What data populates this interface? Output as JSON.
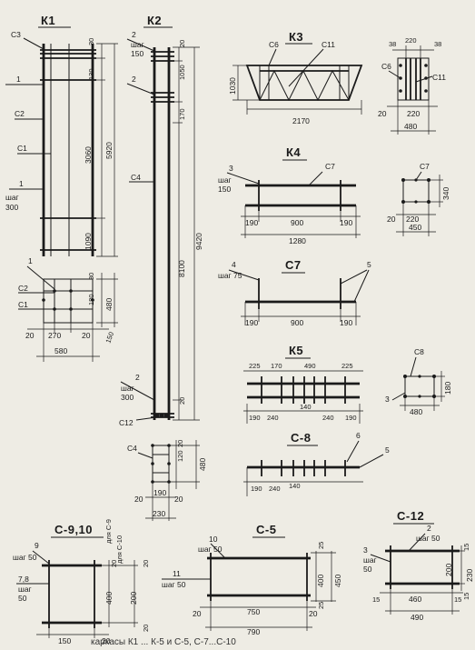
{
  "frames": {
    "k1": {
      "title": "К1",
      "bar_c3": "С3",
      "bar_1a": "1",
      "bar_c2": "С2",
      "bar_c1": "С1",
      "bar_1b": "1",
      "step_label": "шаг",
      "step_value": "300",
      "dim_30": "30",
      "dim_130": "130",
      "dim_3060": "3060",
      "dim_1090": "1090",
      "dim_5920": "5920"
    },
    "k1_section": {
      "bar_1": "1",
      "bar_c2": "С2",
      "bar_c1": "С1",
      "dim_30": "30",
      "dim_180": "180",
      "dim_480": "480",
      "dim_150": "150",
      "dim_20a": "20",
      "dim_270": "270",
      "dim_20b": "20",
      "dim_580": "580"
    },
    "k2": {
      "title": "К2",
      "bar_2a": "2",
      "step_label": "шаг",
      "step_value": "150",
      "bar_2b": "2",
      "dim_20a": "20",
      "dim_1050": "1050",
      "dim_170": "170",
      "bar_c4": "С4",
      "dim_8100": "8100",
      "dim_9420": "9420",
      "bar_2c": "2",
      "step_label_2": "шаг",
      "step_value_2": "300",
      "dim_20b": "20",
      "bar_c12": "С12"
    },
    "k2_section": {
      "bar_c4": "С4",
      "dim_20a": "20",
      "dim_120": "120",
      "dim_480": "480",
      "dim_20b": "20",
      "dim_190": "190",
      "dim_20c": "20",
      "dim_230": "230"
    },
    "k3": {
      "title": "К3",
      "bar_c6": "С6",
      "bar_c11": "С11",
      "dim_1030": "1030",
      "dim_2170": "2170"
    },
    "k3_section": {
      "dim_38a": "38",
      "dim_220a": "220",
      "dim_38b": "38",
      "bar_c6": "С6",
      "bar_c11": "С11",
      "dim_20": "20",
      "dim_220b": "220",
      "dim_480": "480"
    },
    "k4": {
      "title": "К4",
      "bar_3": "3",
      "step_label": "шаг",
      "step_value": "150",
      "bar_c7": "С7",
      "dim_190a": "190",
      "dim_900": "900",
      "dim_190b": "190",
      "dim_1280": "1280"
    },
    "k4_section": {
      "bar_c7": "С7",
      "dim_340": "340",
      "dim_20": "20",
      "dim_220": "220",
      "dim_450": "450"
    },
    "c7": {
      "title": "С7",
      "bar_4": "4",
      "step_label": "шаг 75",
      "bar_5": "5",
      "dim_190a": "190",
      "dim_900": "900",
      "dim_190b": "190"
    },
    "k5": {
      "title": "К5",
      "dim_225a": "225",
      "dim_170": "170",
      "dim_490": "490",
      "dim_225b": "225",
      "dim_190a": "190",
      "dim_240a": "240",
      "dim_140": "140",
      "dim_240b": "240",
      "dim_190b": "190"
    },
    "c8": {
      "title": "С8",
      "bar_3": "3",
      "dim_180": "180",
      "dim_480": "480"
    },
    "c8_bar": {
      "title": "С-8",
      "bar_6": "6",
      "bar_5": "5",
      "dim_190": "190",
      "dim_240": "240",
      "dim_140": "140"
    },
    "c910": {
      "title": "С-9,10",
      "side_c9": "для С-9",
      "side_c10": "для С-10",
      "bar_9": "9",
      "step_label": "шаг 50",
      "bar_78": "7,8",
      "step_label_2": "шаг",
      "step_value_2": "50",
      "dim_20a": "20",
      "dim_20b": "20",
      "dim_400": "400",
      "dim_200": "200",
      "dim_20c": "20",
      "dim_150": "150",
      "dim_20d": "20"
    },
    "c5": {
      "title": "С-5",
      "bar_10": "10",
      "step_label": "шаг 50",
      "bar_11": "11",
      "step_label_2": "шаг 50",
      "dim_25a": "25",
      "dim_400": "400",
      "dim_450": "450",
      "dim_25b": "25",
      "dim_20": "20",
      "dim_750": "750",
      "dim_20b": "20",
      "dim_790": "790"
    },
    "c12": {
      "title": "С-12",
      "bar_2": "2",
      "step_label": "шаг 50",
      "bar_3": "3",
      "step_label_2": "шаг",
      "step_value_2": "50",
      "dim_15a": "15",
      "dim_200": "200",
      "dim_230": "230",
      "dim_15b": "15",
      "dim_15c": "15",
      "dim_460": "460",
      "dim_15d": "15",
      "dim_490": "490"
    }
  },
  "caption": "каркасы К1 ... К-5 и С-5, С-7...С-10"
}
